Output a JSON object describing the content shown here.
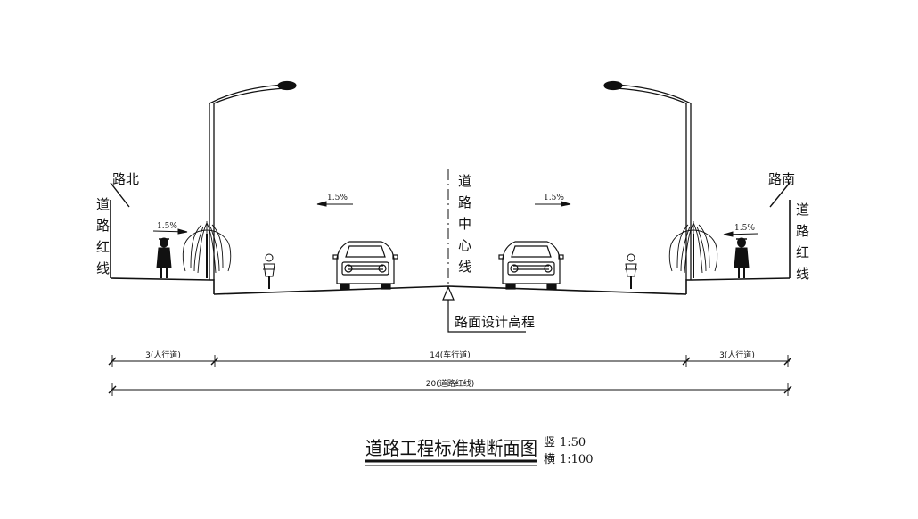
{
  "labels": {
    "road_north": "路北",
    "road_south": "路南",
    "red_line_left": [
      "道",
      "路",
      "红",
      "线"
    ],
    "red_line_right": [
      "道",
      "路",
      "红",
      "线"
    ],
    "centerline": [
      "道",
      "路",
      "中",
      "心",
      "线"
    ],
    "design_elevation": "路面设计高程"
  },
  "slopes": {
    "left_sidewalk": "1.5%",
    "left_carriageway": "1.5%",
    "right_carriageway": "1.5%",
    "right_sidewalk": "1.5%"
  },
  "dimensions": {
    "left_sidewalk": "3(人行道)",
    "carriageway": "14(车行道)",
    "right_sidewalk": "3(人行道)",
    "total": "20(道路红线)"
  },
  "title": {
    "text": "道路工程标准横断面图",
    "vertical_scale_label": "竖",
    "vertical_scale": "1:50",
    "horizontal_scale_label": "横",
    "horizontal_scale": "1:100"
  },
  "colors": {
    "line": "#111111"
  }
}
